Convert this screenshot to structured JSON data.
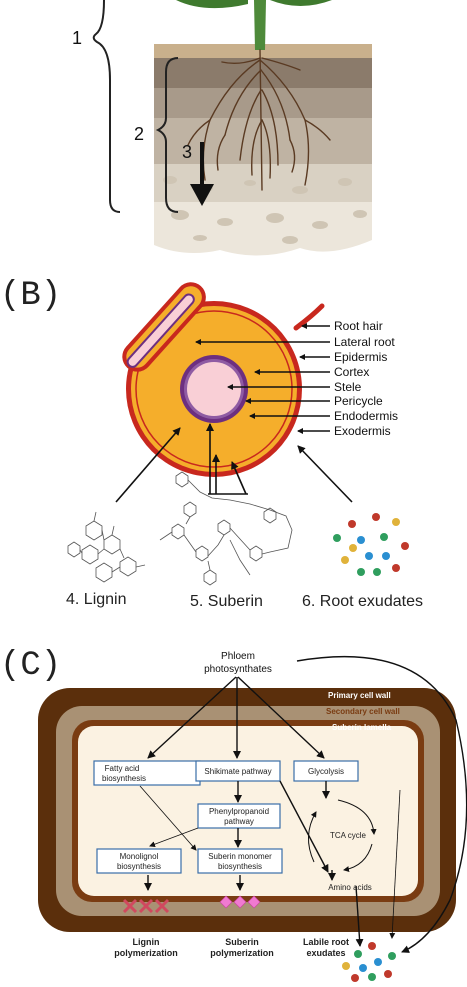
{
  "panel_a": {
    "labels": {
      "one": "1",
      "two": "2",
      "three": "3"
    }
  },
  "panel_b": {
    "letter": "(B)",
    "layer_labels": [
      "Root hair",
      "Lateral root",
      "Epidermis",
      "Cortex",
      "Stele",
      "Pericycle",
      "Endodermis",
      "Exodermis"
    ],
    "bottom_labels": {
      "lignin": "4. Lignin",
      "suberin": "5. Suberin",
      "exudates": "6. Root exudates"
    }
  },
  "panel_c": {
    "letter": "(C)",
    "phloem": {
      "line1": "Phloem",
      "line2": "photosynthates"
    },
    "walls": {
      "primary": "Primary cell wall",
      "secondary": "Secondary cell wall",
      "lamella": "Suberin lamella"
    },
    "boxes": {
      "fatty": {
        "line1": "Fatty acid",
        "line2": "biosynthesis"
      },
      "shikimate": {
        "line1": "Shikimate pathway"
      },
      "glycolysis": {
        "line1": "Glycolysis"
      },
      "phenyl": {
        "line1": "Phenylpropanoid",
        "line2": "pathway"
      },
      "monolignol": {
        "line1": "Monolignol",
        "line2": "biosynthesis"
      },
      "suberin_monomer": {
        "line1": "Suberin monomer",
        "line2": "biosynthesis"
      }
    },
    "tca": "TCA cycle",
    "amino": "Amino acids",
    "outputs": {
      "lignin": {
        "line1": "Lignin",
        "line2": "polymerization"
      },
      "suberin": {
        "line1": "Suberin",
        "line2": "polymerization"
      },
      "labile": {
        "line1": "Labile root",
        "line2": "exudates"
      }
    }
  },
  "colors": {
    "cortex": "#f5ae2b",
    "exodermis": "#c8281e",
    "stele": "#f9cfd6",
    "endodermis": "#6d2f80",
    "wall_primary": "#5b2f0c",
    "wall_secondary": "#a99174",
    "lamella": "#7a3c12",
    "cytoplasm": "#fbf2e2",
    "box_border": "#3a6ea8"
  }
}
